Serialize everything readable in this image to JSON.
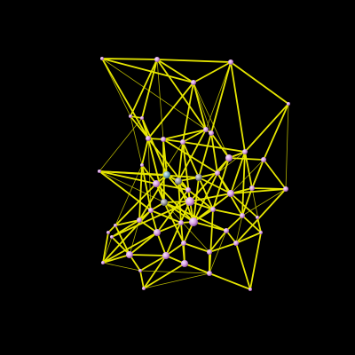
{
  "scene": {
    "background_color": "#000000",
    "bond_color": "#e6e600",
    "thin_bond_color": "#b0b000",
    "atom_types": [
      {
        "type": "pink",
        "color": "#d9a0e6",
        "highlight": "#f6e6fb",
        "shade": "#8a4a9a"
      },
      {
        "type": "teal",
        "color": "#7fb3c6",
        "highlight": "#e0f1f7",
        "shade": "#2f5f70"
      },
      {
        "type": "gray",
        "color": "#9a9aa2",
        "highlight": "#e6e6ec",
        "shade": "#4a4a52"
      }
    ]
  }
}
